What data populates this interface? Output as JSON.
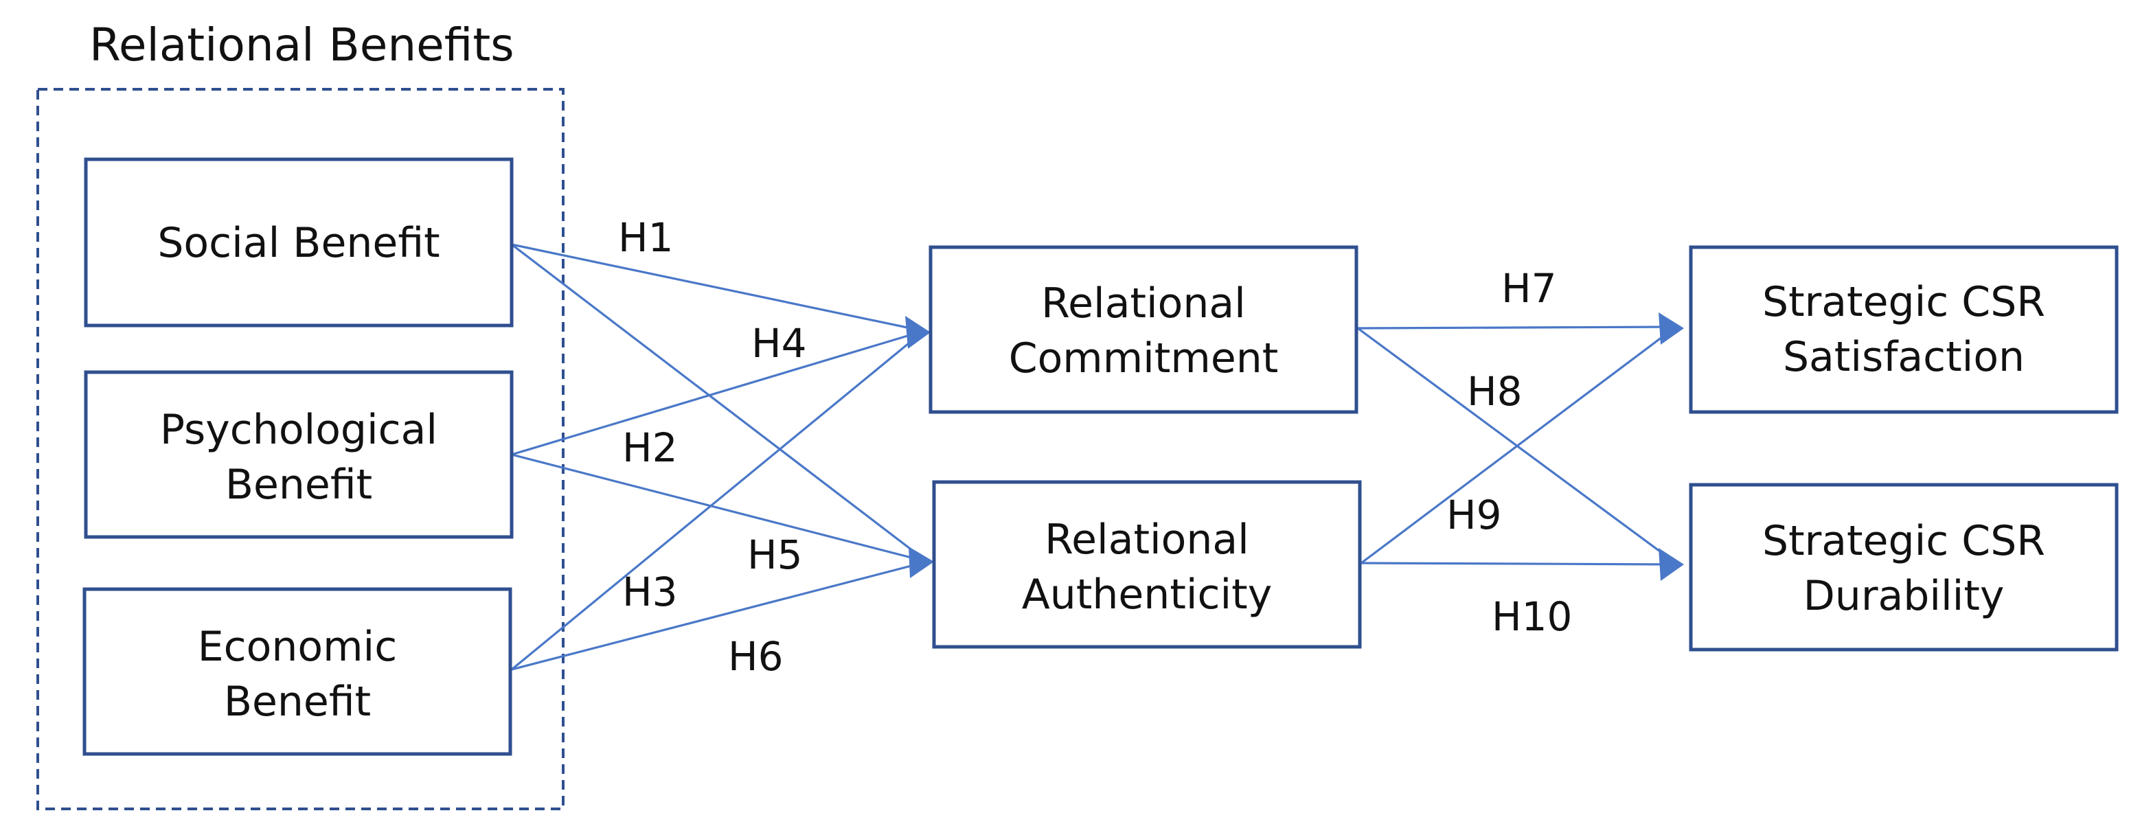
{
  "group": {
    "title": "Relational Benefits"
  },
  "nodes": {
    "social": {
      "lines": [
        "Social Benefit"
      ]
    },
    "psychological": {
      "lines": [
        "Psychological",
        "Benefit"
      ]
    },
    "economic": {
      "lines": [
        "Economic",
        "Benefit"
      ]
    },
    "commitment": {
      "lines": [
        "Relational",
        "Commitment"
      ]
    },
    "authenticity": {
      "lines": [
        "Relational",
        "Authenticity"
      ]
    },
    "satisfaction": {
      "lines": [
        "Strategic CSR",
        "Satisfaction"
      ]
    },
    "durability": {
      "lines": [
        "Strategic CSR",
        "Durability"
      ]
    }
  },
  "hypotheses": {
    "h1": "H1",
    "h2": "H2",
    "h3": "H3",
    "h4": "H4",
    "h5": "H5",
    "h6": "H6",
    "h7": "H7",
    "h8": "H8",
    "h9": "H9",
    "h10": "H10"
  },
  "colors": {
    "box_border": "#2f4f8f",
    "arrow": "#4a78c8"
  }
}
